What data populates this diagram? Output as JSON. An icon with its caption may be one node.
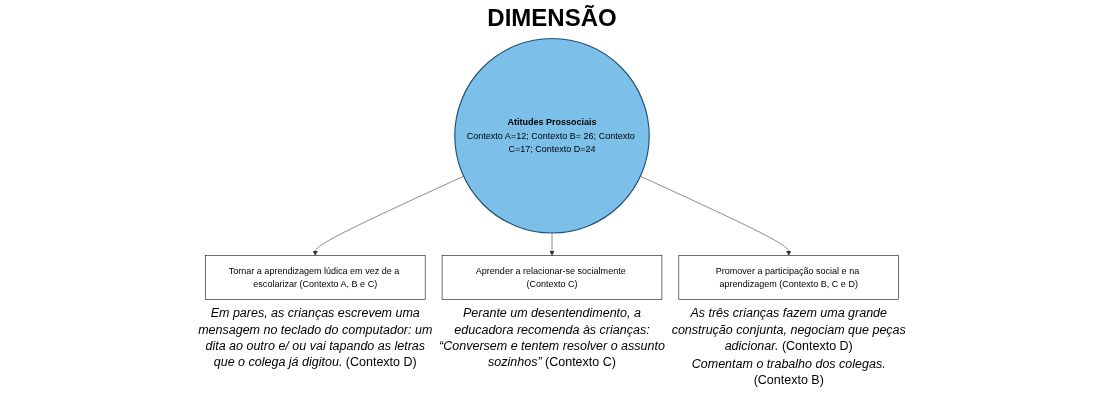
{
  "diagram": {
    "title": "DIMENSÃO",
    "nodes": [
      {
        "text": [
          "Atitudes Prossociais",
          "Contexto A=12; Contexto B= 26; Contexto C=17; Contexto D=24"
        ]
      },
      {
        "text": [
          "Tornar a aprendizagem lúdica em vez de a escolarizar (Contexto A, B e C)"
        ],
        "beside": [
          "*Em pares, as crianças escrevem uma mensagem no teclado do computador: um dita ao outro e/ ou vai tapando as letras que o colega já digitou.* (Contexto D)"
        ]
      },
      {
        "text": [
          "Aprender a relacionar-se socialmente (Contexto C)"
        ],
        "beside": [
          "*Perante um desentendimento, a educadora recomenda às crianças: “Conversem e tentem resolver o assunto sozinhos”* (Contexto C)"
        ]
      },
      {
        "text": [
          "Promover a participação social e na aprendizagem (Contexto B, C e D)"
        ],
        "beside": [
          "*As três crianças fazem uma grande construção conjunta, negociam que peças adicionar.* (Contexto D)",
          "*Comentam o trabalho dos colegas.* (Contexto B)"
        ]
      }
    ],
    "edges": [
      {
        "from": 0,
        "to": 1,
        "arrow": "to"
      },
      {
        "from": 0,
        "to": 2,
        "arrow": "to"
      },
      {
        "from": 0,
        "to": 3,
        "arrow": "to"
      }
    ]
  }
}
